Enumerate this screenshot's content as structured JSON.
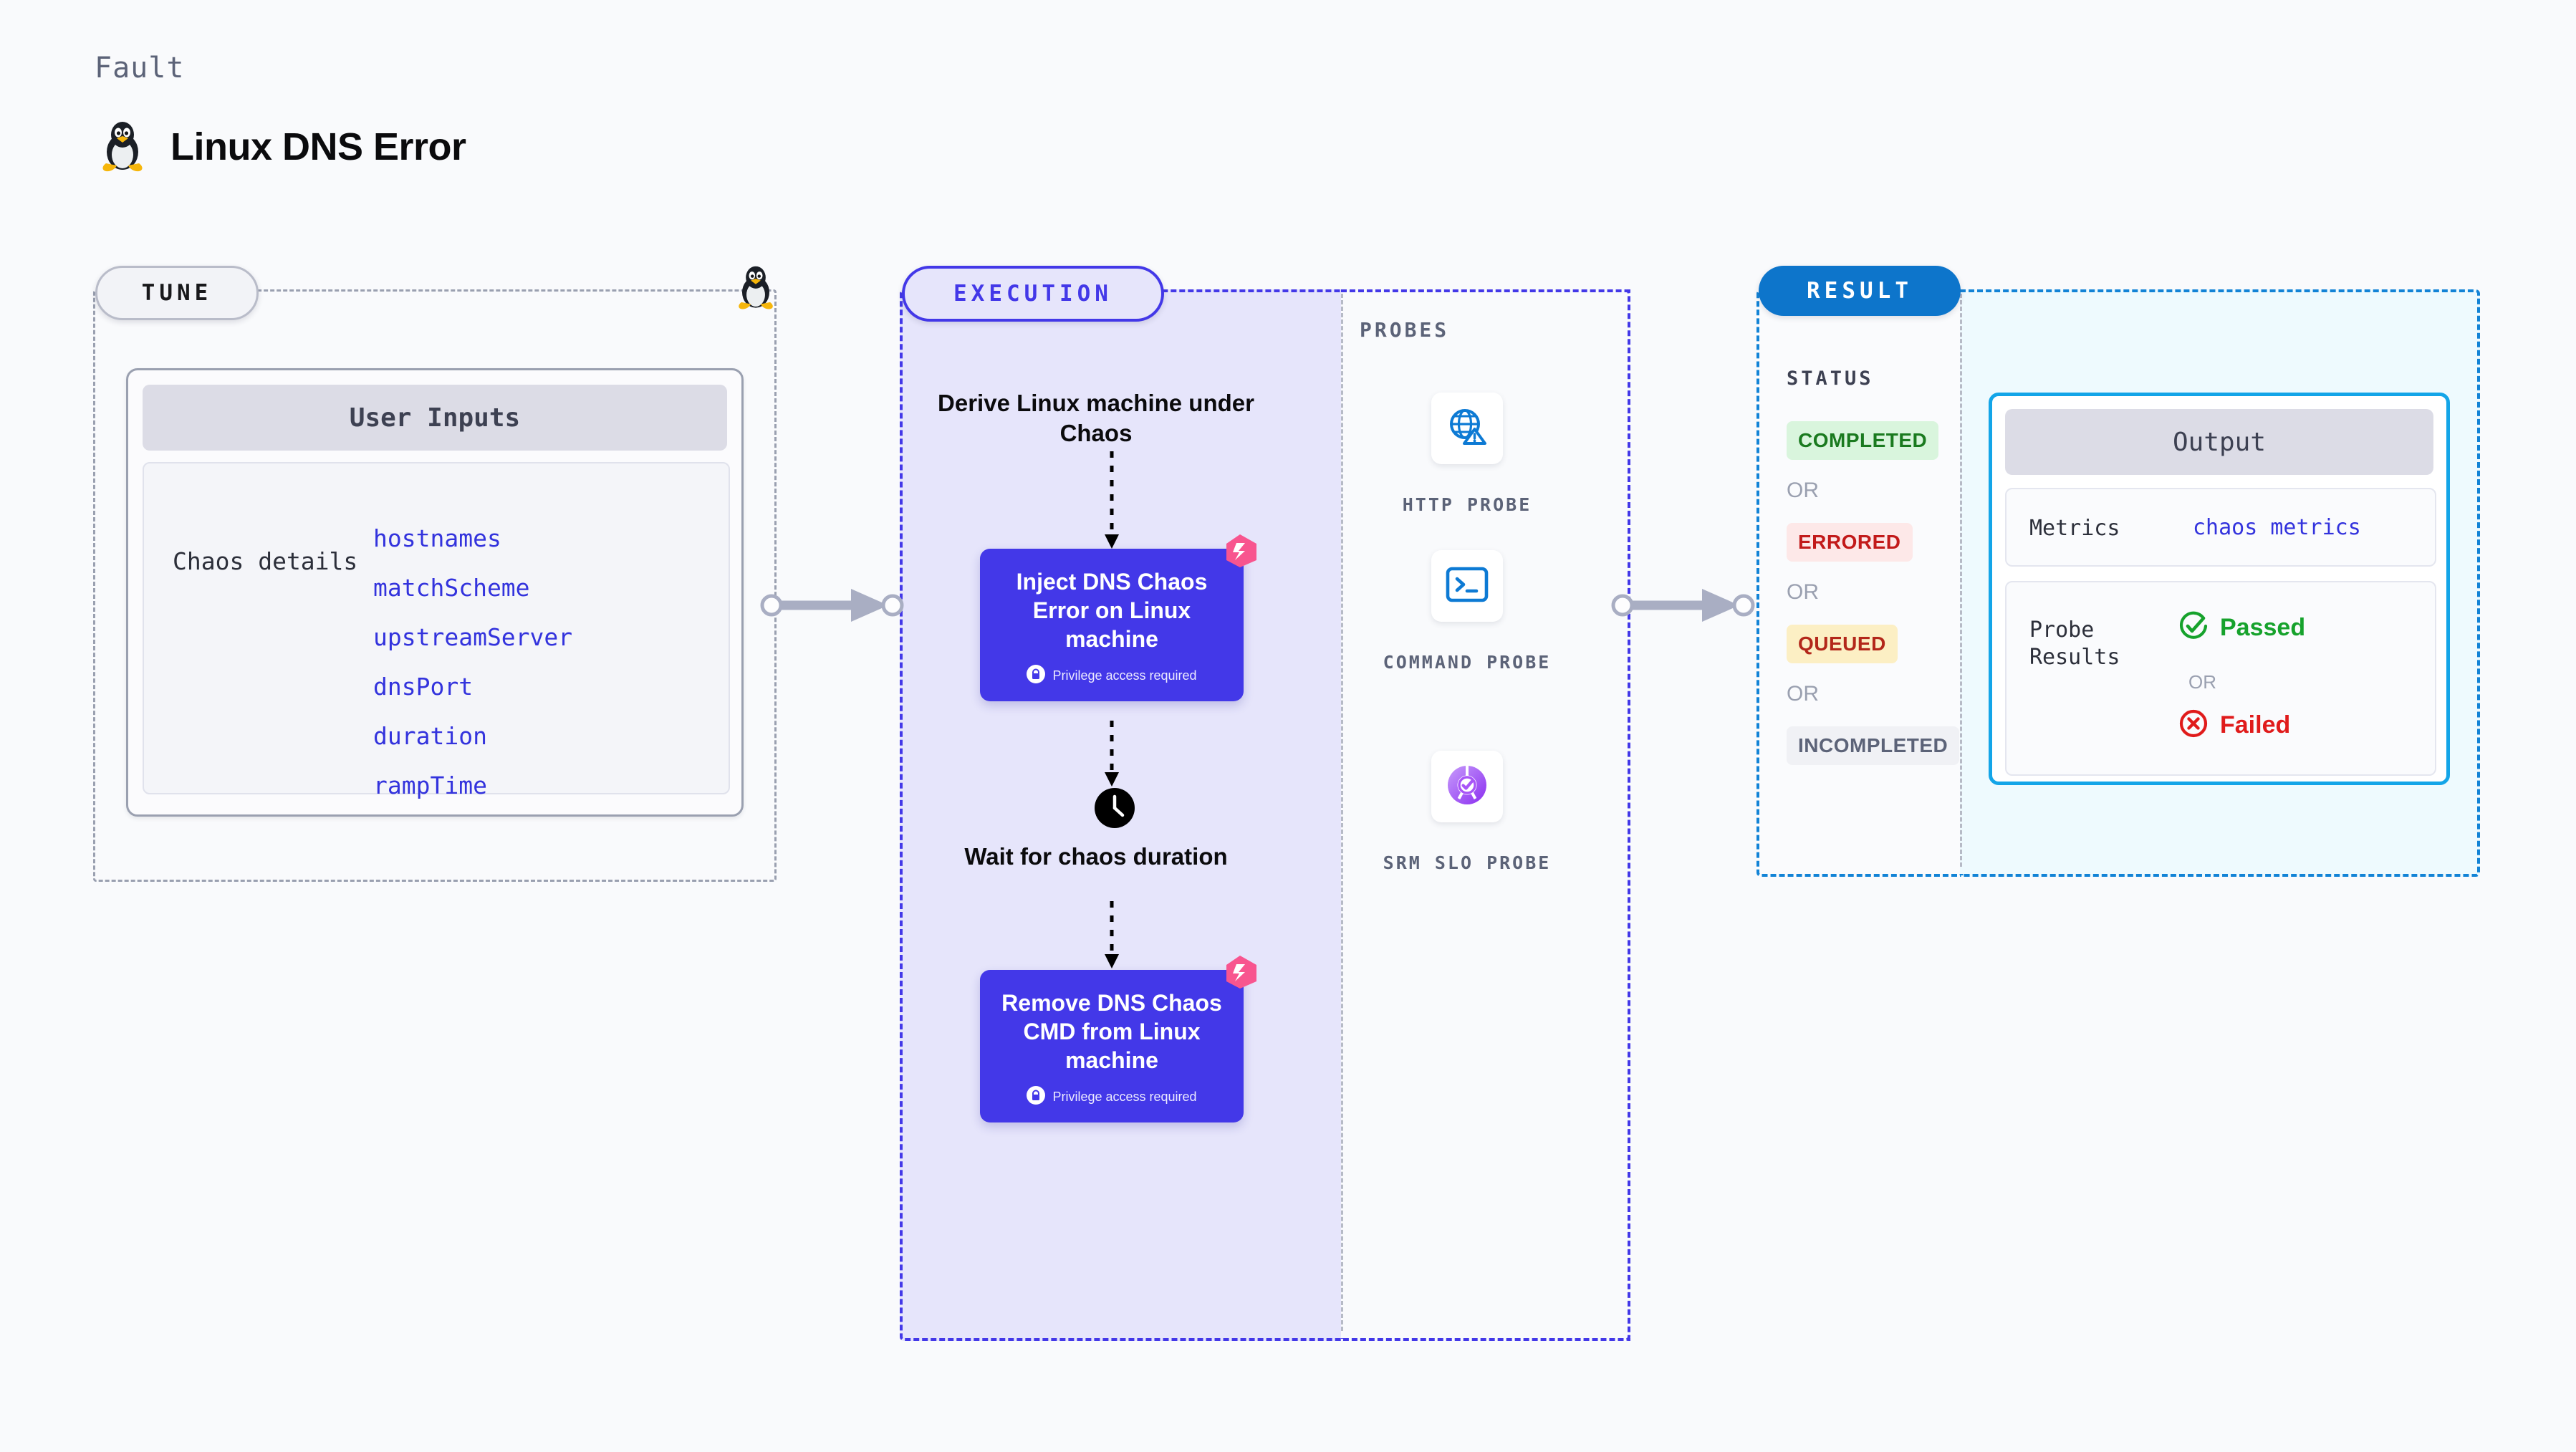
{
  "header": {
    "kicker": "Fault",
    "title": "Linux DNS Error",
    "icon": "linux-penguin-icon"
  },
  "tune": {
    "badge": "TUNE",
    "card_header": "User Inputs",
    "details_label": "Chaos details",
    "params": [
      "hostnames",
      "matchScheme",
      "upstreamServer",
      "dnsPort",
      "duration",
      "rampTime"
    ]
  },
  "execution": {
    "badge": "EXECUTION",
    "derive_text": "Derive Linux machine under Chaos",
    "inject": {
      "title": "Inject DNS Chaos Error on Linux machine",
      "note": "Privilege access required",
      "note_icon": "lock-icon",
      "corner_icon": "harness-chaos-icon"
    },
    "wait": {
      "icon": "clock-icon",
      "text": "Wait for chaos duration"
    },
    "remove": {
      "title": "Remove DNS Chaos CMD from Linux machine",
      "note": "Privilege access required",
      "note_icon": "lock-icon",
      "corner_icon": "harness-chaos-icon"
    }
  },
  "probes": {
    "label": "PROBES",
    "items": [
      {
        "caption": "HTTP PROBE",
        "icon": "globe-warning-icon"
      },
      {
        "caption": "COMMAND PROBE",
        "icon": "terminal-icon"
      },
      {
        "caption": "SRM SLO PROBE",
        "icon": "slo-donut-check-icon"
      }
    ]
  },
  "result": {
    "badge": "RESULT",
    "status_label": "STATUS",
    "or": "OR",
    "statuses": [
      {
        "label": "COMPLETED",
        "bg": "#d9f5dd",
        "fg": "#1a7a1f"
      },
      {
        "label": "ERRORED",
        "bg": "#fde8e8",
        "fg": "#c21a1a"
      },
      {
        "label": "QUEUED",
        "bg": "#fcefc4",
        "fg": "#b3271a"
      },
      {
        "label": "INCOMPLETED",
        "bg": "#f0f1f5",
        "fg": "#5c6378"
      }
    ],
    "output": {
      "header": "Output",
      "metrics_label": "Metrics",
      "metrics_value": "chaos metrics",
      "probe_results_label": "Probe Results",
      "passed": "Passed",
      "failed": "Failed",
      "or": "OR",
      "passed_icon": "check-circle-icon",
      "failed_icon": "x-circle-icon"
    }
  },
  "colors": {
    "background": "#f9fafc",
    "execution_accent": "#4338e8",
    "execution_fill": "#e6e5fb",
    "result_accent": "#1283d6",
    "result_fill": "#eefafe",
    "tune_border": "#9aa0b0",
    "param_text": "#3333dd",
    "badge_pink": "#f8558f",
    "probe_blue": "#0d7ad4",
    "probe_purple": "#a855f7"
  }
}
